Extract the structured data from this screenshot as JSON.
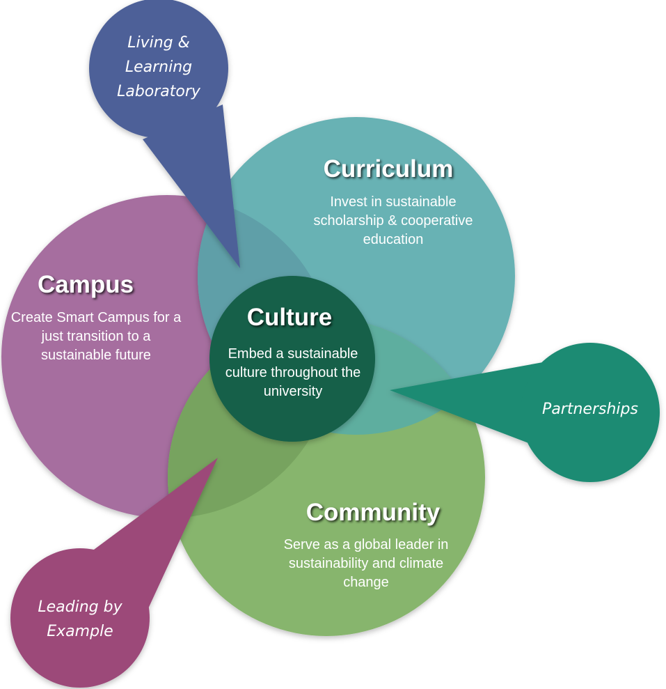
{
  "circles": {
    "curriculum": {
      "title": "Curriculum",
      "description": "Invest in sustainable scholarship & cooperative education",
      "color": "#67b2b4"
    },
    "campus": {
      "title": "Campus",
      "description": "Create Smart Campus for a just transition to a sustainable future",
      "color": "#a66e9f"
    },
    "community": {
      "title": "Community",
      "description": "Serve as a global leader in sustainability and climate change",
      "color": "#87b56d"
    },
    "culture": {
      "title": "Culture",
      "description": "Embed a sustainable culture throughout the university",
      "color": "#136048"
    }
  },
  "callouts": {
    "living_lab": {
      "lines": [
        "Living &",
        "Learning",
        "Laboratory"
      ],
      "color": "#4e6198"
    },
    "partnerships": {
      "text": "Partnerships",
      "color": "#1b8b73"
    },
    "leading": {
      "lines": [
        "Leading by",
        "Example"
      ],
      "color": "#9c4a79"
    }
  }
}
